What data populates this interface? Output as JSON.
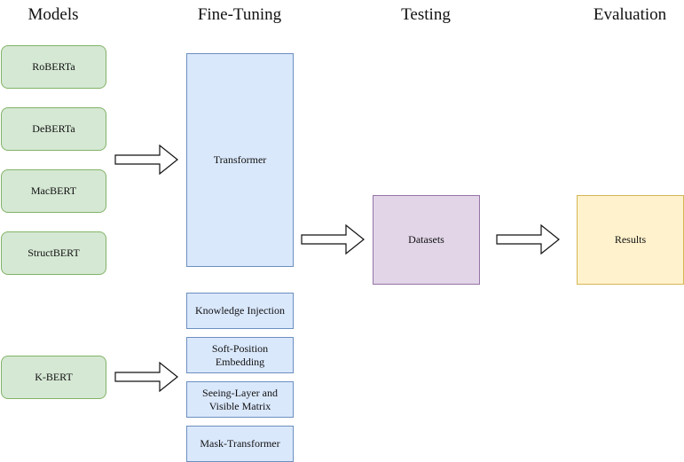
{
  "headings": {
    "models": "Models",
    "fine_tuning": "Fine-Tuning",
    "testing": "Testing",
    "evaluation": "Evaluation"
  },
  "models": [
    "RoBERTa",
    "DeBERTa",
    "MacBERT",
    "StructBERT",
    "K-BERT"
  ],
  "fine_tuning": {
    "transformer": "Transformer",
    "kbert_steps": [
      "Knowledge Injection",
      "Soft-Position Embedding",
      "Seeing-Layer and Visible Matrix",
      "Mask-Transformer"
    ]
  },
  "testing": {
    "datasets": "Datasets"
  },
  "evaluation": {
    "results": "Results"
  },
  "colors": {
    "model_fill": "#d5e8d4",
    "model_border": "#82b366",
    "fine_tuning_fill": "#dae8fc",
    "fine_tuning_border": "#6c8ebf",
    "datasets_fill": "#e1d5e7",
    "datasets_border": "#9673a6",
    "results_fill": "#fff2cc",
    "results_border": "#d6b656"
  }
}
